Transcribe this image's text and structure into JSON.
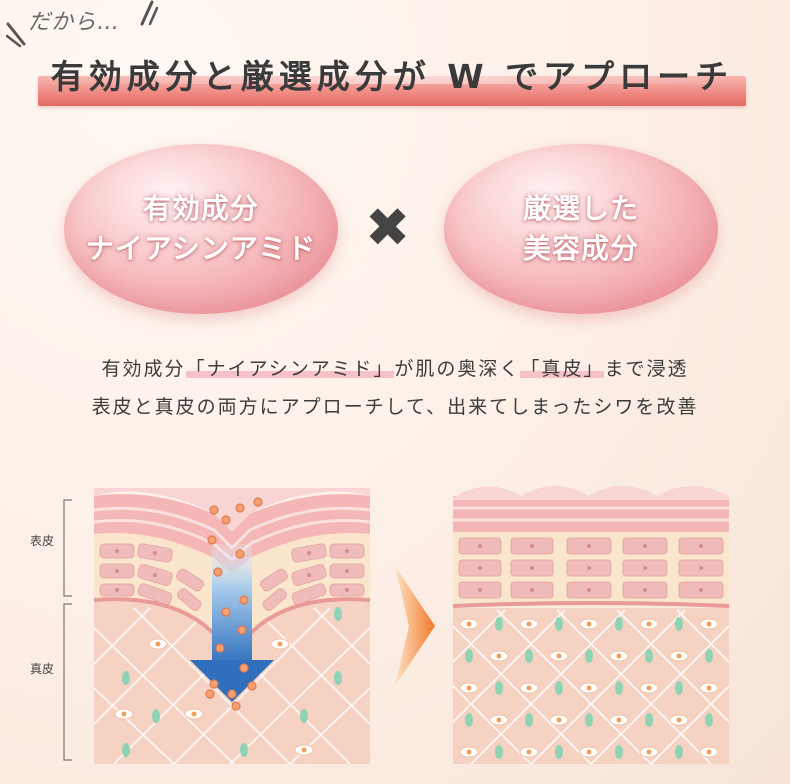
{
  "intro_text": "だから…",
  "headline": "有効成分と厳選成分が W でアプローチ",
  "bubble_left": {
    "line1": "有効成分",
    "line2": "ナイアシンアミド"
  },
  "times_symbol": "✖",
  "bubble_right": {
    "line1": "厳選した",
    "line2": "美容成分"
  },
  "description": {
    "line1_part1": "有効成分",
    "line1_hl1": "「ナイアシンアミド」",
    "line1_part2": "が肌の奥深く",
    "line1_hl2": "「真皮」",
    "line1_part3": "まで浸透",
    "line2": "表皮と真皮の両方にアプローチして、出来てしまったシワを改善"
  },
  "labels": {
    "epidermis": "表皮",
    "dermis": "真皮"
  },
  "icons": [
    "sparkle-icon",
    "times-icon",
    "arrow-down-icon",
    "arrow-right-icon"
  ],
  "colors": {
    "banner": "#ec7f78",
    "bubble": "#f0a3a8",
    "skin_top": "#f6c6c2",
    "skin_dermis": "#f6d2c3",
    "arrow_blue": "#3f7fc7",
    "arrow_orange": "#f08a3c",
    "fiber_green": "#8fd3b5"
  }
}
